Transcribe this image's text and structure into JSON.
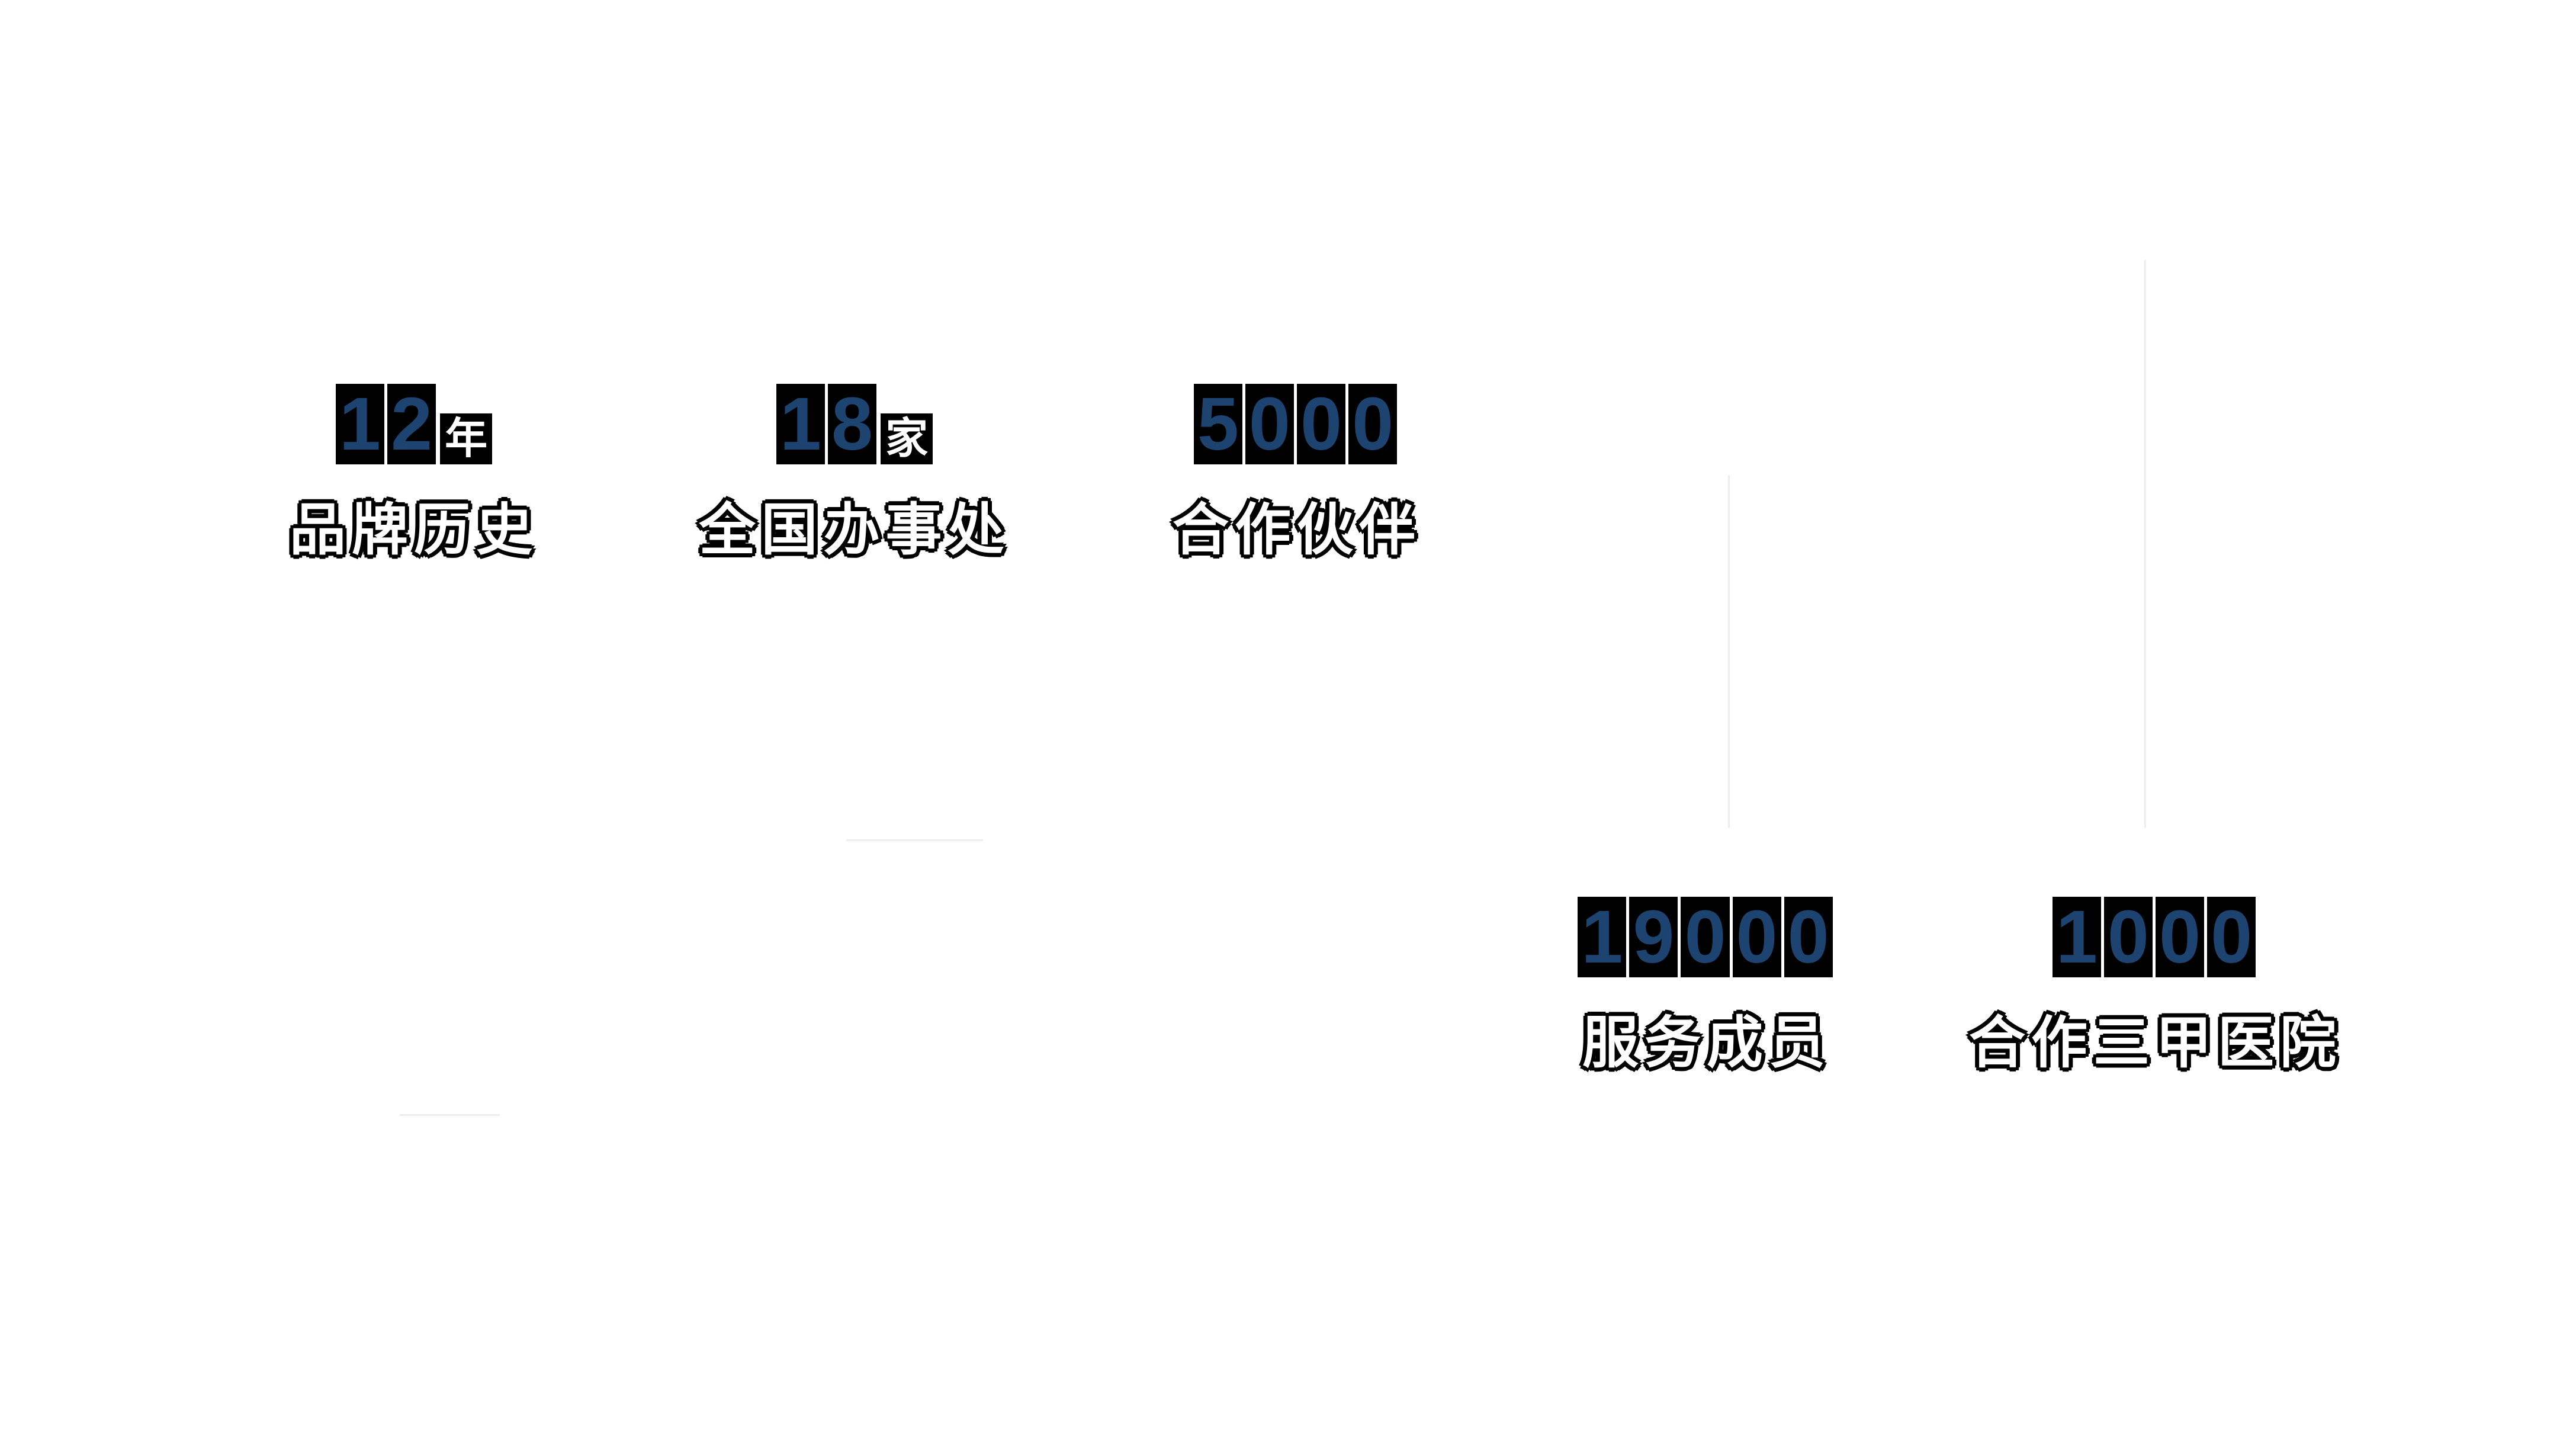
{
  "stats": [
    {
      "value": "12",
      "unit": "年",
      "label": "品牌历史"
    },
    {
      "value": "18",
      "unit": "家",
      "label": "全国办事处"
    },
    {
      "value": "5000",
      "unit": "",
      "label": "合作伙伴"
    },
    {
      "value": "19000",
      "unit": "",
      "label": "服务成员"
    },
    {
      "value": "1000",
      "unit": "",
      "label": "合作三甲医院"
    }
  ],
  "colors": {
    "page_bg": "#ffffff",
    "number_text": "#1d4370",
    "number_bg": "#000000",
    "unit_text": "#ffffff",
    "label_text": "#ffffff",
    "label_outline": "#000000"
  }
}
